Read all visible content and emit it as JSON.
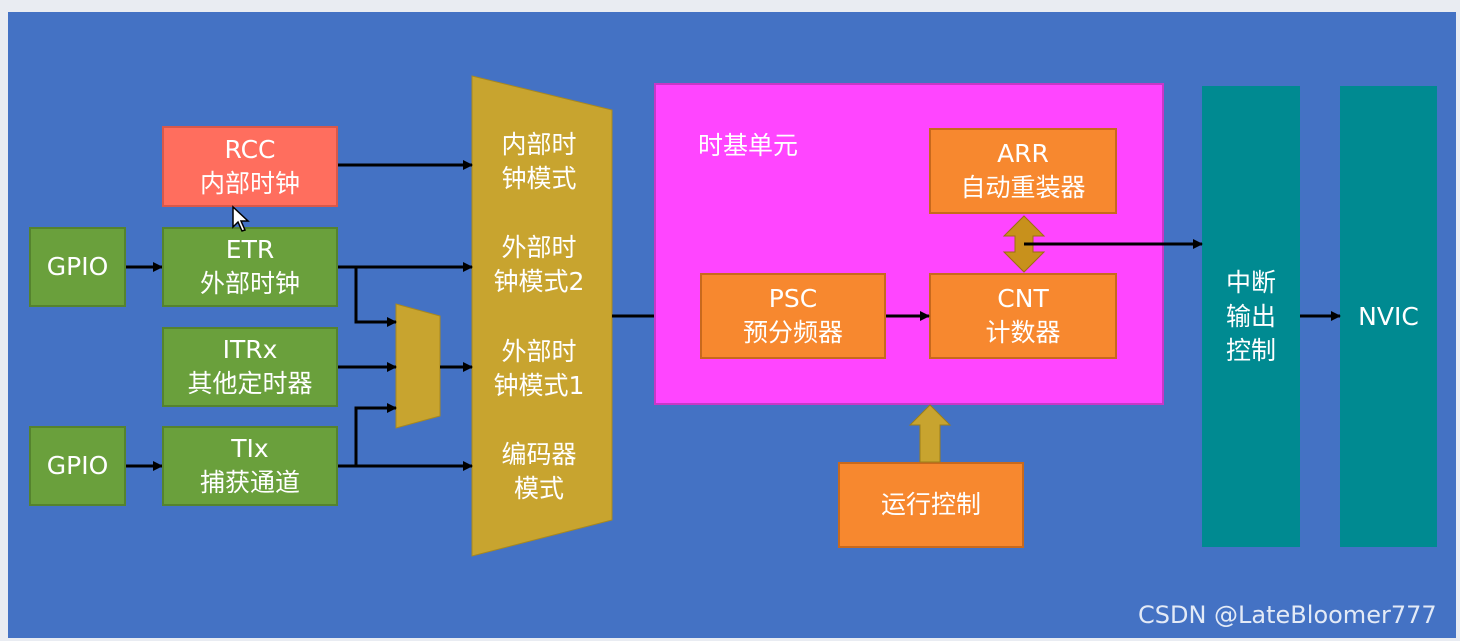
{
  "colors": {
    "background": "#4472c4",
    "gpio": "#6aa03c",
    "rcc": "#ff6e5e",
    "mux": "#c8a42f",
    "timebase": "#ff45ff",
    "orange_blocks": "#f7882f",
    "output_blocks": "#008a91",
    "arrow": "#000000"
  },
  "inputs": {
    "gpio1": "GPIO",
    "gpio2": "GPIO",
    "rcc": [
      "RCC",
      "内部时钟"
    ],
    "etr": [
      "ETR",
      "外部时钟"
    ],
    "itrx": [
      "ITRx",
      "其他定时器"
    ],
    "tix": [
      "TIx",
      "捕获通道"
    ]
  },
  "mux_modes": [
    [
      "内部时",
      "钟模式"
    ],
    [
      "外部时",
      "钟模式2"
    ],
    [
      "外部时",
      "钟模式1"
    ],
    [
      "编码器",
      "模式"
    ]
  ],
  "time_base": {
    "title": "时基单元",
    "psc": [
      "PSC",
      "预分频器"
    ],
    "cnt": [
      "CNT",
      "计数器"
    ],
    "arr": [
      "ARR",
      "自动重装器"
    ]
  },
  "run_control": "运行控制",
  "interrupt_output": [
    "中断",
    "输出",
    "控制"
  ],
  "nvic": "NVIC",
  "watermark": "CSDN @LateBloomer777",
  "icons": {
    "cursor": "mouse-pointer-icon"
  }
}
